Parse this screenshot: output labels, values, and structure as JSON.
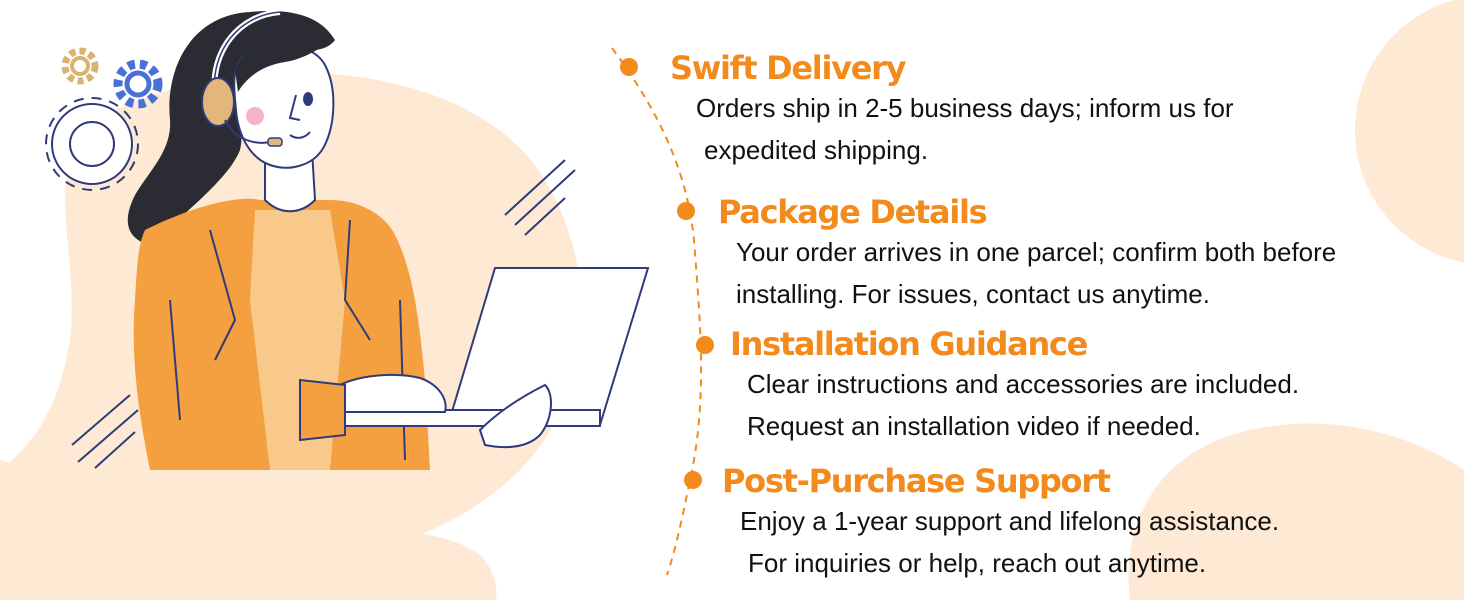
{
  "colors": {
    "accent_orange": "#F28A1C",
    "peach_background": "#FDE9D4",
    "text_dark": "#111111",
    "outline_navy": "#2F3B7A",
    "gear_blue": "#4A6FD6",
    "gear_tan": "#D9B370"
  },
  "illustration": {
    "subject": "customer-support-agent-with-headset-and-laptop",
    "icons": [
      "gear-icon",
      "gear-icon",
      "gear-icon",
      "headset-icon",
      "laptop-icon"
    ]
  },
  "items": [
    {
      "title": "Swift Delivery",
      "line1": "Orders ship in 2-5 business days; inform us for",
      "line2": "expedited shipping."
    },
    {
      "title": "Package Details",
      "line1": "Your order arrives in one parcel; confirm both before",
      "line2": "installing. For issues, contact us anytime."
    },
    {
      "title": "Installation Guidance",
      "line1": "Clear instructions and accessories are included.",
      "line2": "Request an installation video if needed."
    },
    {
      "title": "Post-Purchase Support",
      "line1": "Enjoy a 1-year support and lifelong assistance.",
      "line2": "For inquiries or help, reach out anytime."
    }
  ]
}
